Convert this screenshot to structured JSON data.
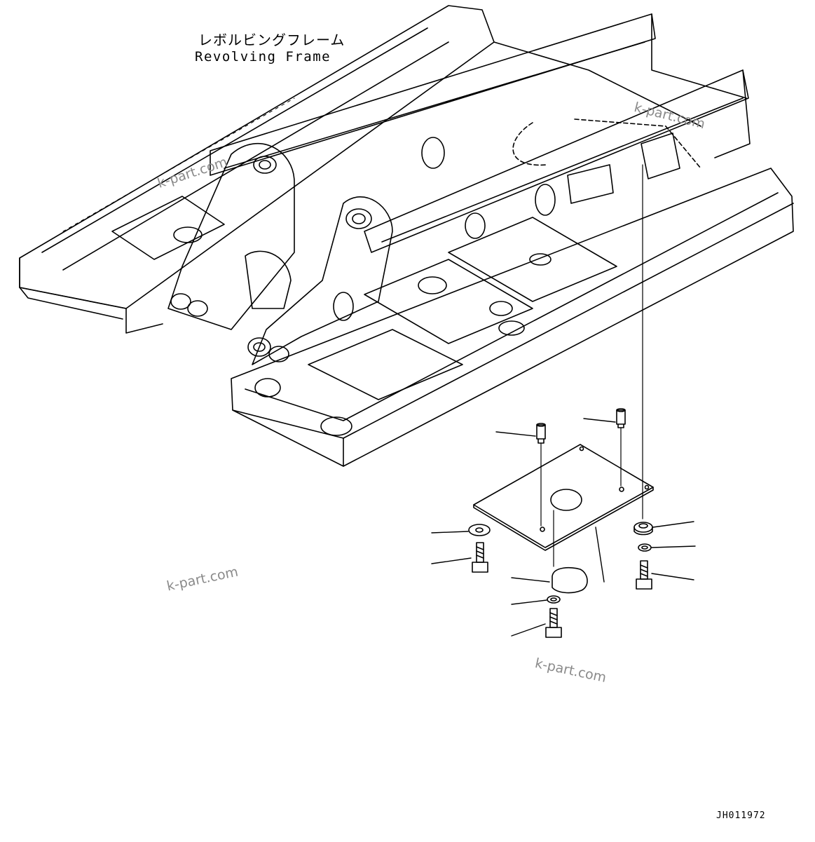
{
  "diagram": {
    "title_jp": "レボルビングフレーム",
    "title_en": "Revolving Frame",
    "drawing_number": "JH011972",
    "watermark": "k-part.com",
    "parts": [
      {
        "id": "cover-plate",
        "name": "cover plate"
      },
      {
        "id": "cap-cover",
        "name": "cap"
      },
      {
        "id": "bolt",
        "name": "bolt"
      },
      {
        "id": "washer",
        "name": "washer"
      },
      {
        "id": "collar",
        "name": "collar"
      },
      {
        "id": "spacer",
        "name": "spacer"
      }
    ]
  }
}
